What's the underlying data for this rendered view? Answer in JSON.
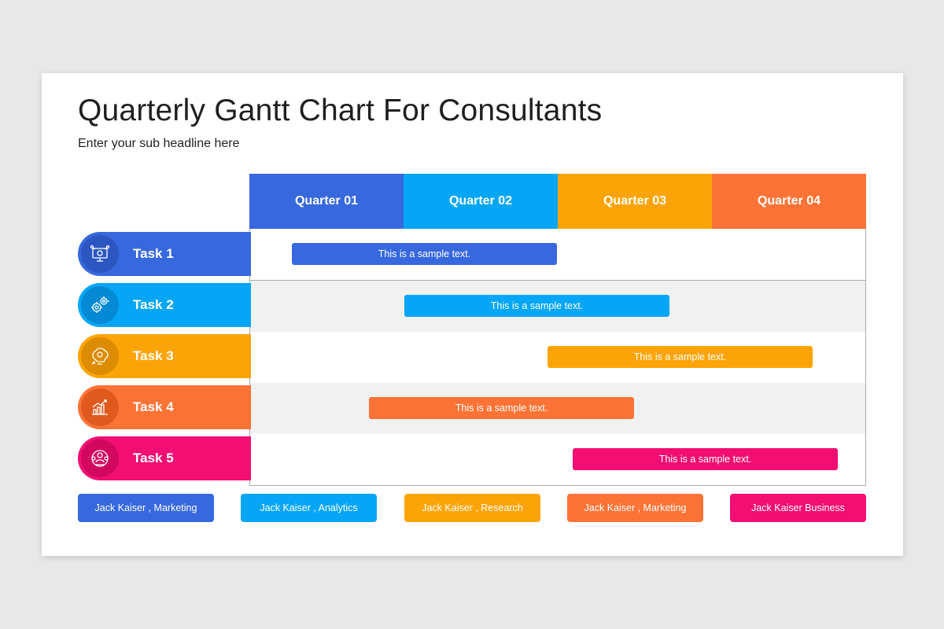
{
  "header": {
    "title": "Quarterly Gantt Chart For Consultants",
    "subtitle": "Enter your sub headline here"
  },
  "colors": {
    "blue": "#3768dd",
    "sky": "#05a6f6",
    "amber": "#fca407",
    "orange": "#fd7336",
    "pink": "#f20e72"
  },
  "quarters": [
    {
      "label": "Quarter 01",
      "color": "#3768dd"
    },
    {
      "label": "Quarter 02",
      "color": "#05a6f6"
    },
    {
      "label": "Quarter 03",
      "color": "#fca407"
    },
    {
      "label": "Quarter 04",
      "color": "#fd7336"
    }
  ],
  "tasks": [
    {
      "label": "Task 1",
      "icon": "strategy-monitor-icon",
      "color": "#3768dd",
      "circle": "#2c56c0",
      "bar_text": "This is a sample text.",
      "start": 0.27,
      "end": 1.99
    },
    {
      "label": "Task 2",
      "icon": "gears-icon",
      "color": "#05a6f6",
      "circle": "#048ad4",
      "bar_text": "This is a sample text.",
      "start": 1.0,
      "end": 2.72
    },
    {
      "label": "Task 3",
      "icon": "brain-idea-icon",
      "color": "#fca407",
      "circle": "#dc8c00",
      "bar_text": "This is a sample text.",
      "start": 1.93,
      "end": 3.65
    },
    {
      "label": "Task 4",
      "icon": "growth-chart-icon",
      "color": "#fd7336",
      "circle": "#e05a1e",
      "bar_text": "This is a sample text.",
      "start": 0.77,
      "end": 2.49
    },
    {
      "label": "Task 5",
      "icon": "team-network-icon",
      "color": "#f20e72",
      "circle": "#d2075f",
      "bar_text": "This is a sample text.",
      "start": 2.09,
      "end": 3.81
    }
  ],
  "owners": [
    {
      "label": "Jack Kaiser , Marketing",
      "color": "#3768dd"
    },
    {
      "label": "Jack Kaiser , Analytics",
      "color": "#05a6f6"
    },
    {
      "label": "Jack Kaiser , Research",
      "color": "#fca407"
    },
    {
      "label": "Jack Kaiser , Marketing",
      "color": "#fd7336"
    },
    {
      "label": "Jack Kaiser Business",
      "color": "#f20e72"
    }
  ]
}
